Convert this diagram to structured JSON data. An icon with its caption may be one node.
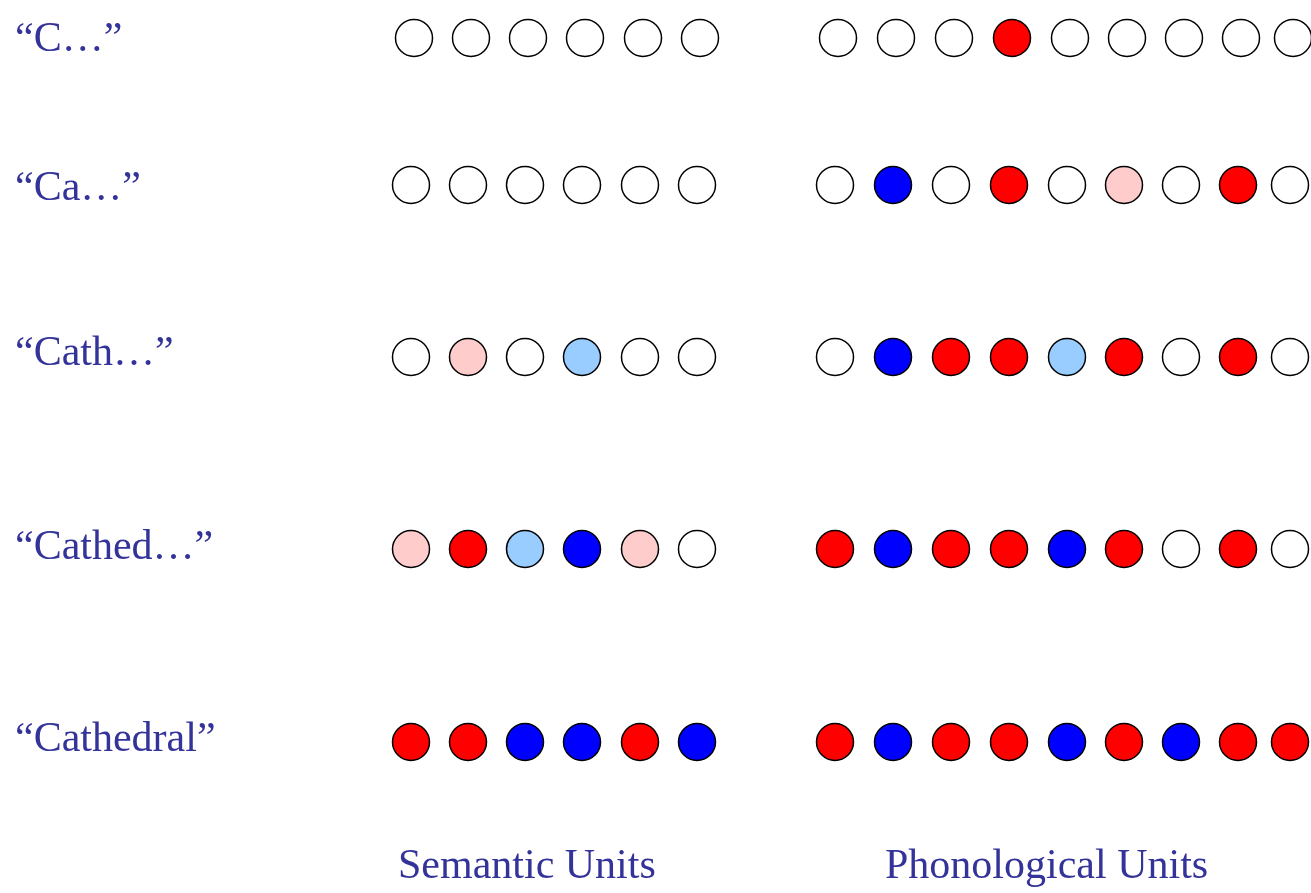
{
  "diagram": {
    "labels": [
      "“C…”",
      "“Ca…”",
      "“Cath…”",
      "“Cathed…”",
      "“Cathedral”",
      "Semantic Units",
      "Phonological Units"
    ]
  }
}
